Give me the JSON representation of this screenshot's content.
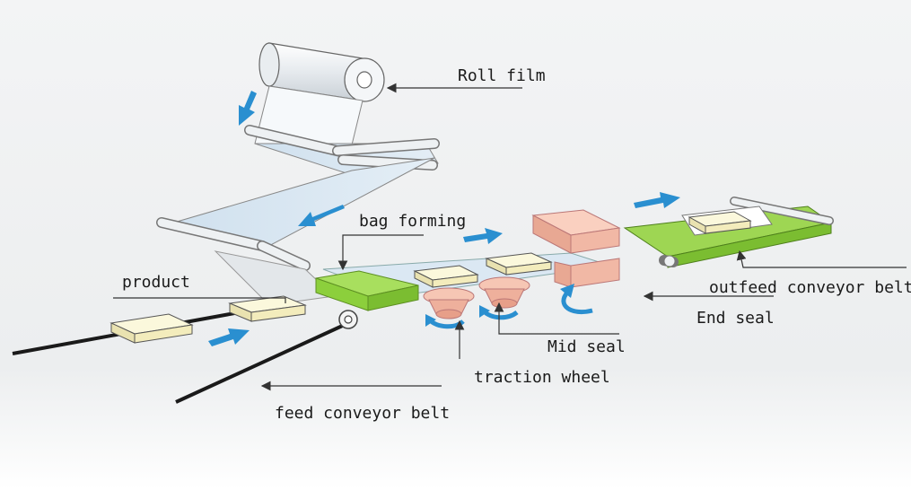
{
  "labels": {
    "roll_film": "Roll film",
    "bag_forming": "bag forming",
    "product": "product",
    "outfeed_conveyor_belt": "outfeed conveyor belt",
    "end_seal": "End seal",
    "mid_seal": "Mid seal",
    "traction_wheel": "traction wheel",
    "feed_conveyor_belt": "feed conveyor belt"
  },
  "colors": {
    "flow_arrow": "#2a8fd0",
    "forming_green": "#8ccf3c",
    "seal_pink": "#f2b8a3",
    "film_blue": "#d6e6f2",
    "product_yellow": "#f7f2c4",
    "leader_line": "#333333"
  }
}
